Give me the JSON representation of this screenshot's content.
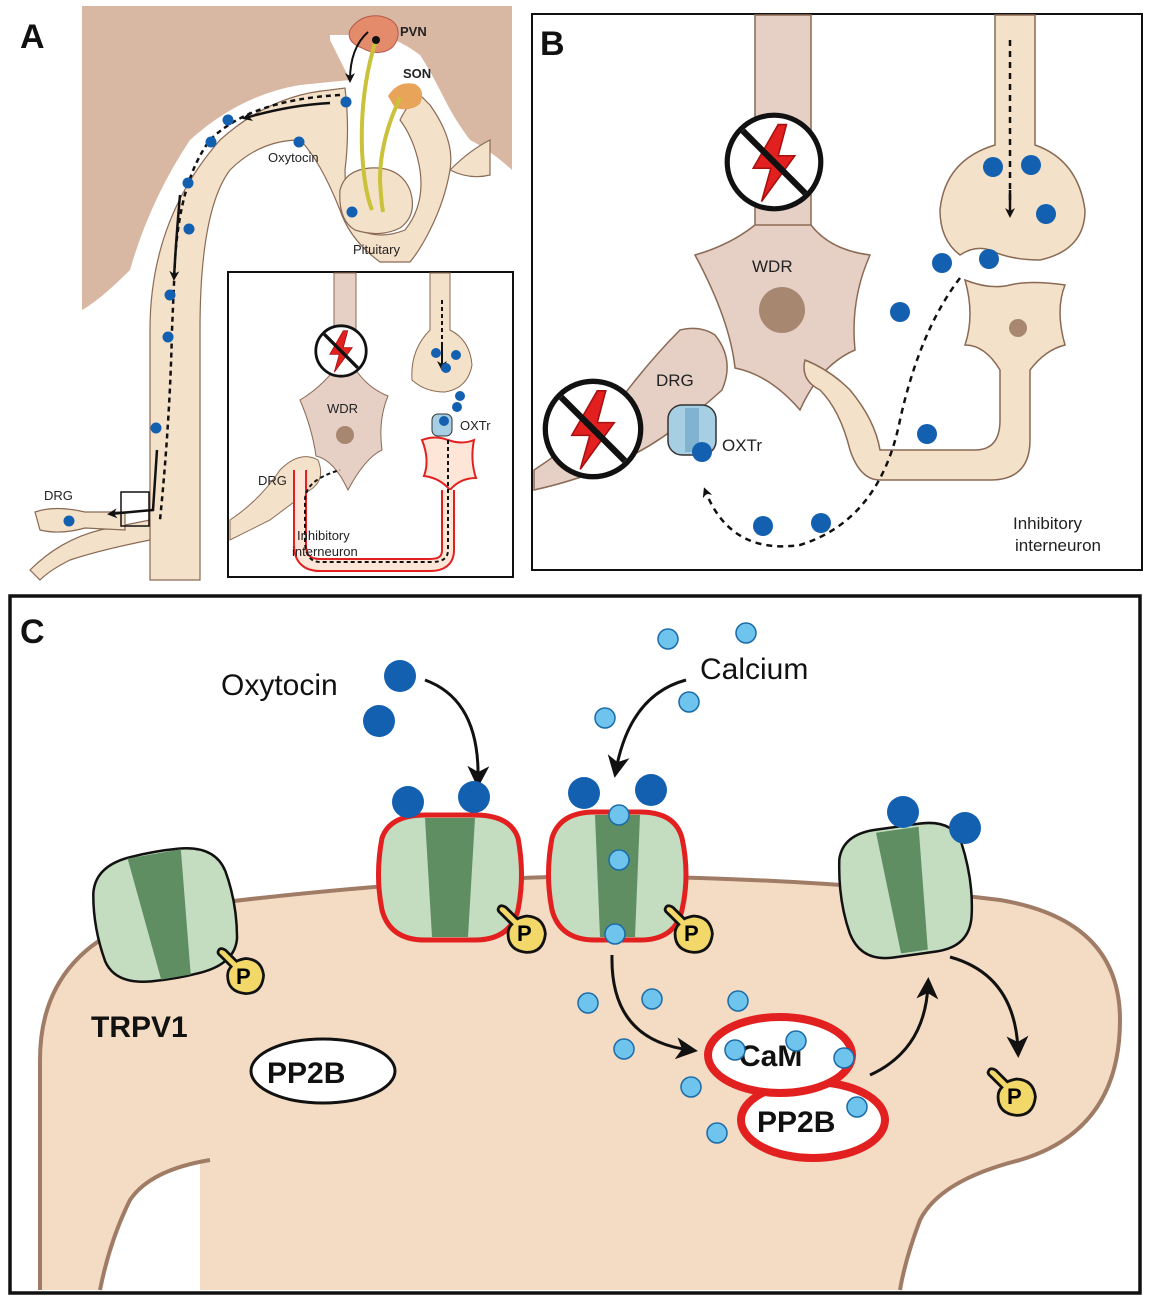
{
  "panels": {
    "a": {
      "letter": "A",
      "labels": {
        "pvn": "PVN",
        "son": "SON",
        "oxytocin": "Oxytocin",
        "pituitary": "Pituitary",
        "drg": "DRG"
      },
      "inset": {
        "wdr": "WDR",
        "drg": "DRG",
        "oxtr": "OXTr",
        "inhibitory_line1": "Inhibitory",
        "inhibitory_line2": "interneuron"
      }
    },
    "b": {
      "letter": "B",
      "labels": {
        "wdr": "WDR",
        "drg": "DRG",
        "oxtr": "OXTr",
        "inhibitory_line1": "Inhibitory",
        "inhibitory_line2": "interneuron"
      }
    },
    "c": {
      "letter": "C",
      "labels": {
        "oxytocin": "Oxytocin",
        "calcium": "Calcium",
        "trpv1": "TRPV1",
        "pp2b_free": "PP2B",
        "cam": "CaM",
        "pp2b_bound": "PP2B",
        "phosphate": "P"
      }
    }
  },
  "colors": {
    "brain": "#d9b8a3",
    "spinal": "#f4e1c9",
    "cell_outline": "#8a6a55",
    "wdr_cell": "#e6cfc4",
    "oxytocin_dot": "#1460b0",
    "calcium_dot": "#6ec4ec",
    "channel_dark": "#5f8e63",
    "channel_light": "#c4dcc0",
    "highlight_red": "#e32020",
    "phosphate": "#f2d769",
    "cytoplasm": "#f4dcc4",
    "oxtr_receptor": "#a7cfe4"
  },
  "icons": [
    "no-pain-icon",
    "phosphate-icon",
    "arrow-icon"
  ]
}
